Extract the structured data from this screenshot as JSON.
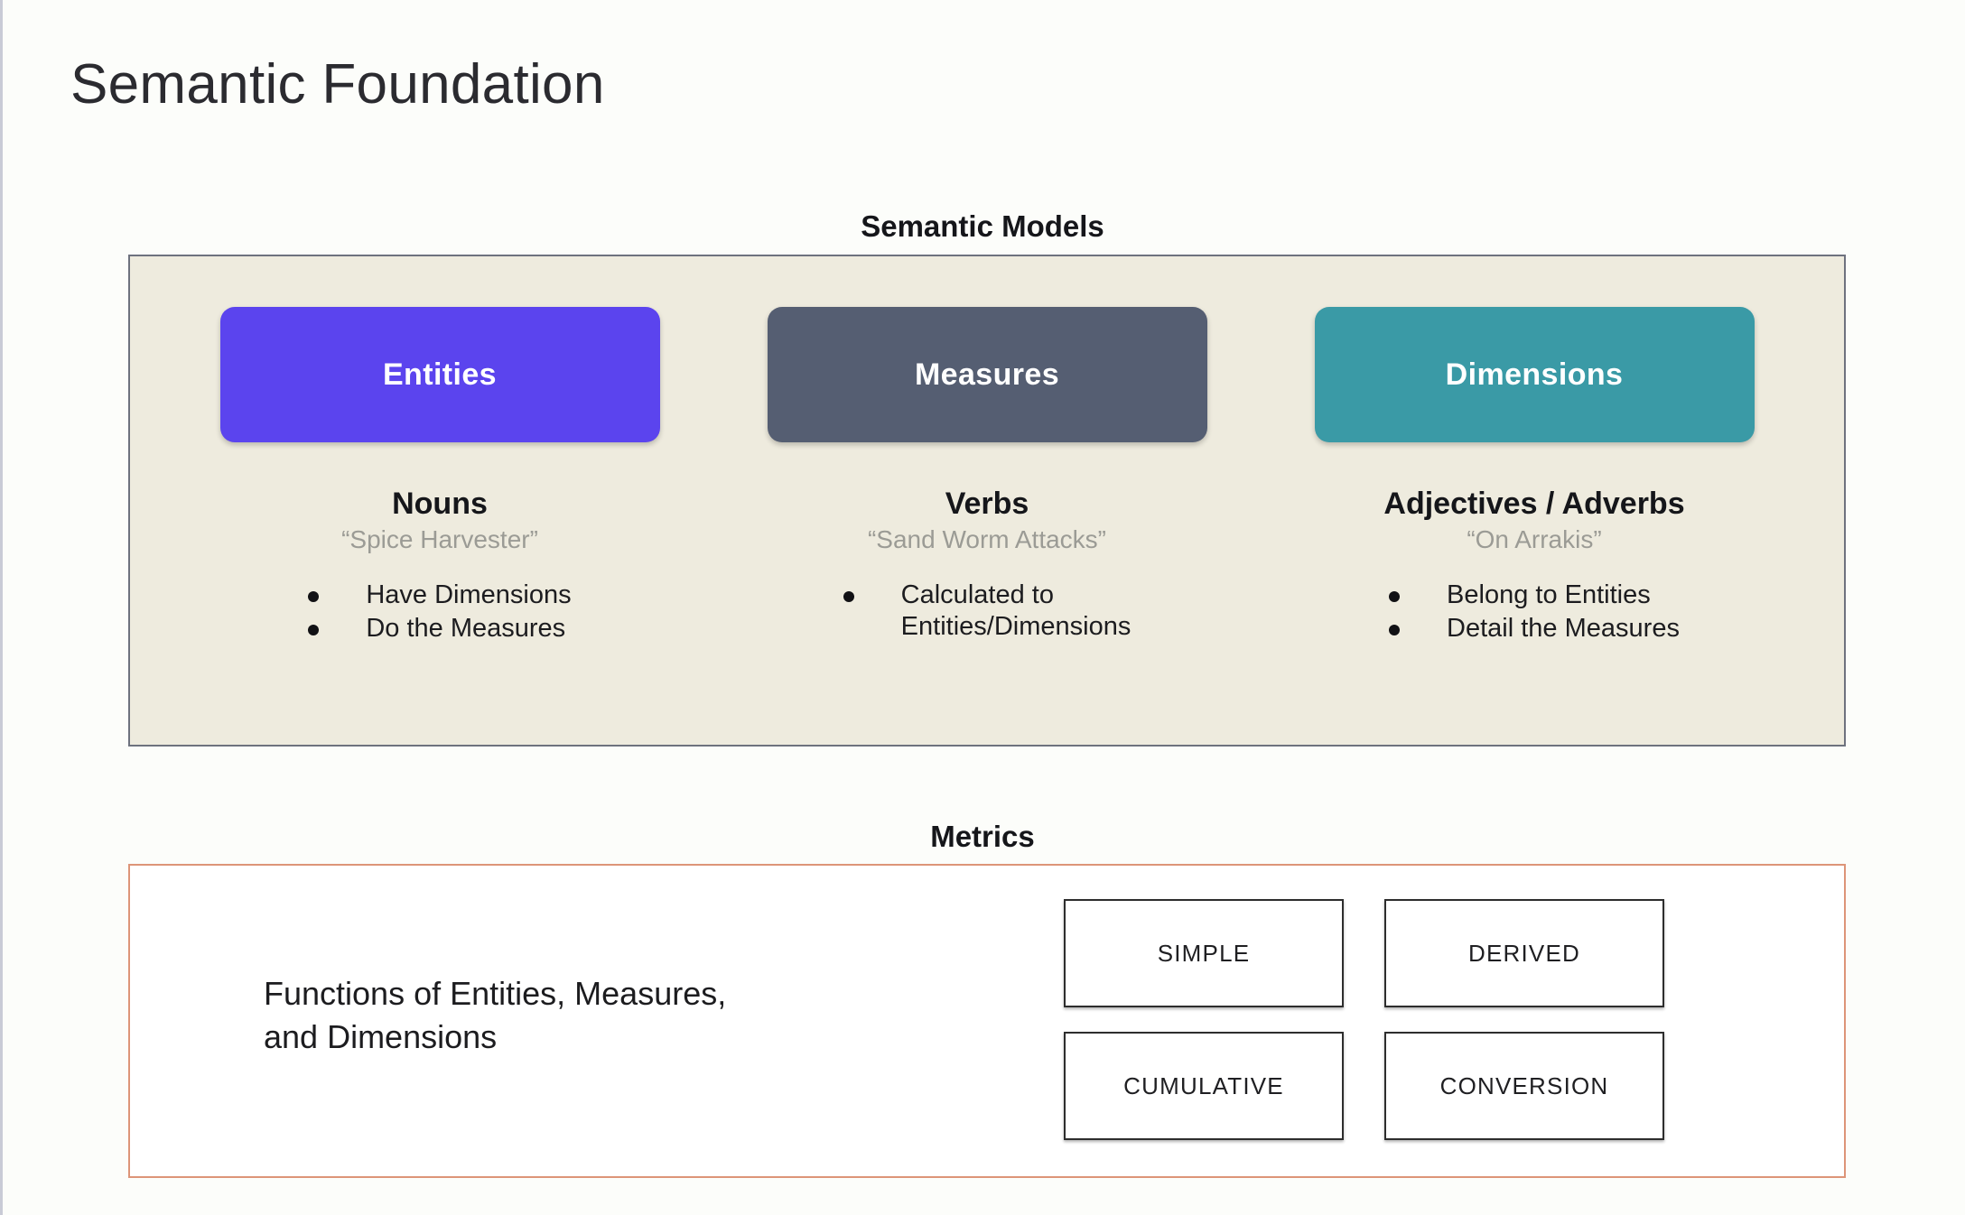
{
  "slide": {
    "title": "Semantic Foundation",
    "background_color": "#fcfdfa"
  },
  "semantic_models": {
    "heading": "Semantic Models",
    "panel_background": "#eeebde",
    "panel_border_color": "#6e727e",
    "columns": [
      {
        "card_label": "Entities",
        "card_color": "#5b44ee",
        "part_of_speech": "Nouns",
        "example": "“Spice Harvester”",
        "bullets": [
          "Have Dimensions",
          "Do the Measures"
        ]
      },
      {
        "card_label": "Measures",
        "card_color": "#555e72",
        "part_of_speech": "Verbs",
        "example": "“Sand Worm Attacks”",
        "bullets": [
          "Calculated to\nEntities/Dimensions"
        ]
      },
      {
        "card_label": "Dimensions",
        "card_color": "#3a9aa6",
        "part_of_speech": "Adjectives / Adverbs",
        "example": "“On Arrakis”",
        "bullets": [
          "Belong to Entities",
          "Detail the Measures"
        ]
      }
    ]
  },
  "metrics": {
    "heading": "Metrics",
    "panel_border_color": "#dd9578",
    "description": "Functions of Entities, Measures,\nand Dimensions",
    "types": [
      "SIMPLE",
      "DERIVED",
      "CUMULATIVE",
      "CONVERSION"
    ]
  }
}
